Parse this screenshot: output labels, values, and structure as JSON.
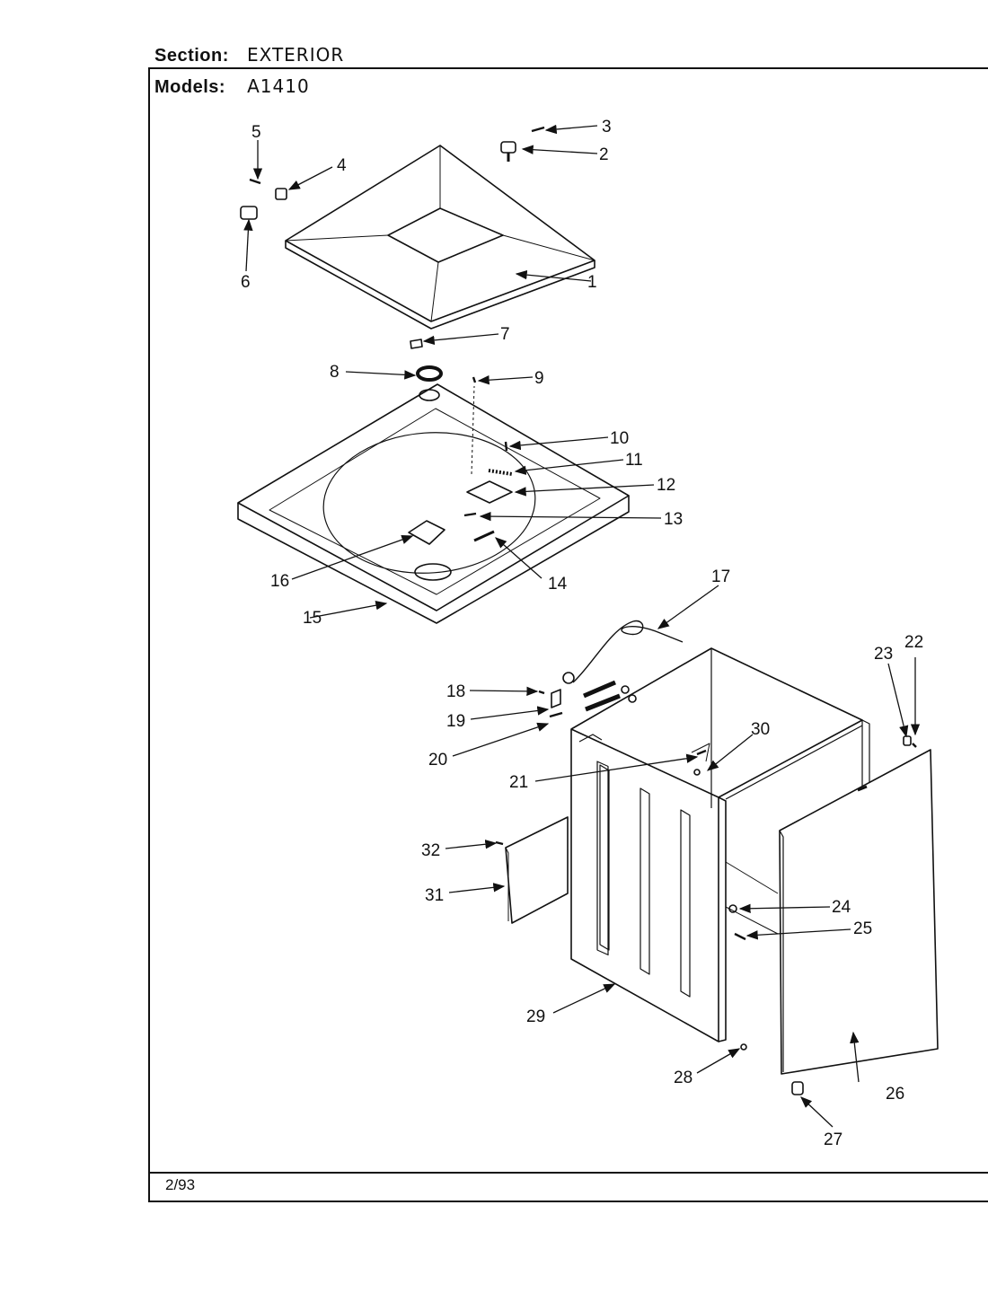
{
  "header": {
    "section_label": "Section:",
    "section_value": "EXTERIOR",
    "models_label": "Models:",
    "models_value": "A1410"
  },
  "footer": {
    "date": "2/93"
  },
  "callouts": [
    "1",
    "2",
    "3",
    "4",
    "5",
    "6",
    "7",
    "8",
    "9",
    "10",
    "11",
    "12",
    "13",
    "14",
    "15",
    "16",
    "17",
    "18",
    "19",
    "20",
    "21",
    "22",
    "23",
    "24",
    "25",
    "26",
    "27",
    "28",
    "29",
    "30",
    "31",
    "32"
  ]
}
